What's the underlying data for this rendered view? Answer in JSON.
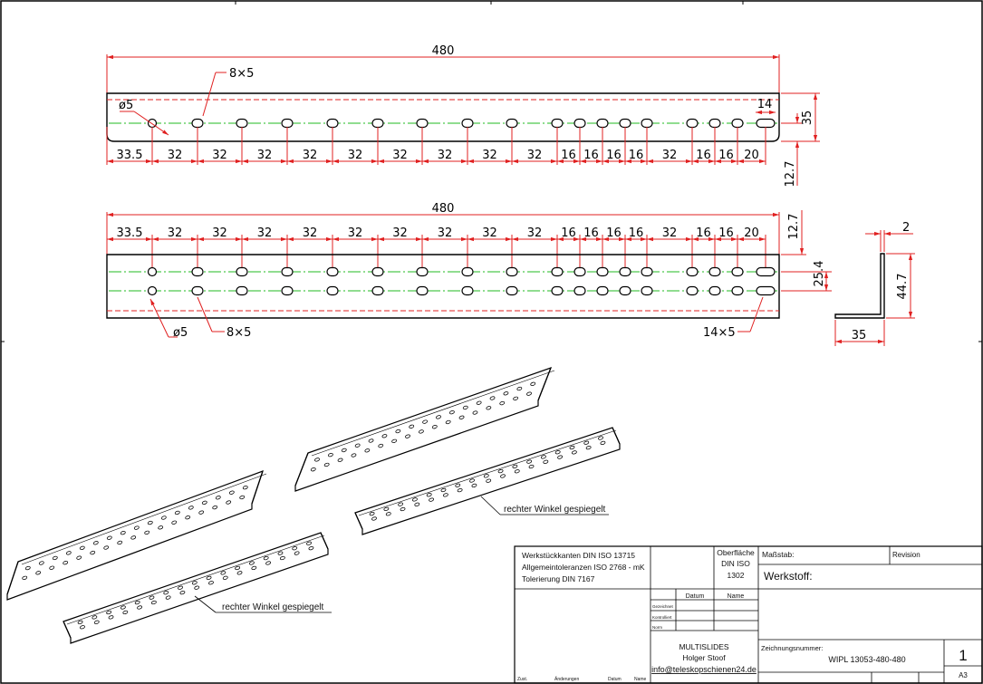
{
  "top_view": {
    "overall_length": "480",
    "hole_slot_label": "8×5",
    "round_hole_label": "ø5",
    "end_slot_width_label": "14",
    "height_label": "35",
    "edge_distance_label": "12.7",
    "spacing_labels": [
      "33.5",
      "32",
      "32",
      "32",
      "32",
      "32",
      "32",
      "32",
      "32",
      "32",
      "16",
      "16",
      "16",
      "16",
      "32",
      "16",
      "16",
      "20"
    ]
  },
  "bottom_view": {
    "overall_length": "480",
    "edge_distance_label": "12.7",
    "row_spacing_label": "25.4",
    "round_hole_label": "ø5",
    "hole_slot_label": "8×5",
    "end_slot_label": "14×5",
    "spacing_labels": [
      "33.5",
      "32",
      "32",
      "32",
      "32",
      "32",
      "32",
      "32",
      "32",
      "32",
      "16",
      "16",
      "16",
      "16",
      "32",
      "16",
      "16",
      "20"
    ]
  },
  "profile": {
    "thickness_label": "2",
    "height_label": "44.7",
    "width_label": "35"
  },
  "iso_notes": {
    "mirrored_label_1": "rechter Winkel gespiegelt",
    "mirrored_label_2": "rechter Winkel gespiegelt"
  },
  "title_block": {
    "notes": [
      "Werkstückkanten DIN ISO 13715",
      "Allgemeintoleranzen ISO 2768 - mK",
      "Tolerierung DIN 7167"
    ],
    "surface": [
      "Oberfläche",
      "DIN ISO",
      "1302"
    ],
    "scale_label": "Maßstab:",
    "revision_label": "Revision",
    "material_label": "Werkstoff:",
    "date_label": "Datum",
    "name_label": "Name",
    "drawn_label": "Gezeichnet",
    "checked_label": "Kontrolliert",
    "norm_label": "Norm",
    "company": [
      "MULTISLIDES",
      "Holger Stoof",
      "info@teleskopschienen24.de"
    ],
    "drawing_number_label": "Zeichnungsnummer:",
    "drawing_number": "WIPL 13053-480-480",
    "sheet": "1",
    "format": "A3",
    "footer": [
      "Zust.",
      "Änderungen",
      "Datum",
      "Name"
    ]
  }
}
